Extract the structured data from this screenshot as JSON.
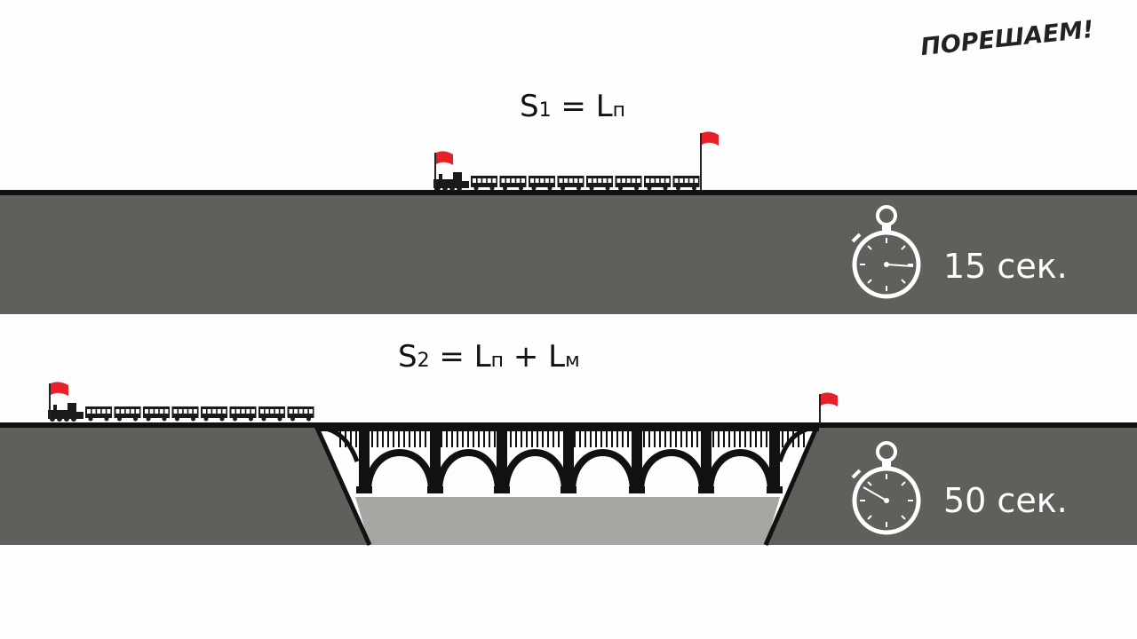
{
  "logo": {
    "text": "ПОРЕШАЕМ!"
  },
  "scene1": {
    "formula": {
      "s": "S",
      "s_sub": "1",
      "eq": " = L",
      "l_sub": "п"
    },
    "time": "15 сек."
  },
  "scene2": {
    "formula": {
      "s": "S",
      "s_sub": "2",
      "eq": " = L",
      "l1_sub": "п",
      "plus": " + L",
      "l2_sub": "м"
    },
    "time": "50 сек."
  },
  "colors": {
    "ground": "#5e605b",
    "rail": "#111111",
    "water": "#a5a7a2",
    "flag": "#e8202a",
    "train": "#1a1a1a"
  },
  "icons": [
    "flag-icon",
    "train-icon",
    "stopwatch-icon",
    "bridge-icon"
  ]
}
